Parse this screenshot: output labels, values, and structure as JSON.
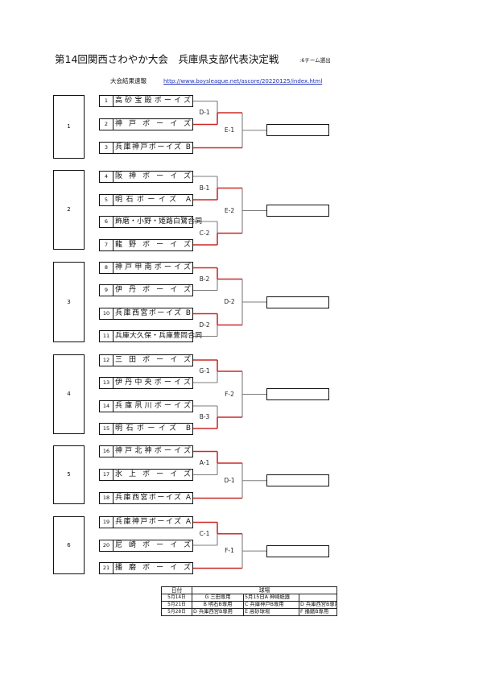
{
  "header": {
    "title": "第14回関西さわやか大会　兵庫県支部代表決定戦",
    "note": ":6チーム選出",
    "results_label": "大会結果速報",
    "results_url": "http://www.boysleague.net/ascore/20220125/index.html"
  },
  "colors": {
    "win_path": "#cc2a2a",
    "pending_path": "#7c7c7c",
    "link": "#2233bb"
  },
  "groups": [
    {
      "label": "1",
      "teams": [
        {
          "no": "1",
          "name": "高砂宝殿ボーイズ"
        },
        {
          "no": "2",
          "name": "神戸ボーイズ"
        },
        {
          "no": "3",
          "name": "兵庫神戸ボーイズ B"
        }
      ],
      "matches": [
        {
          "label": "D-1",
          "top": "team:0",
          "bottom": "team:1",
          "winner": "bottom"
        },
        {
          "label": "E-1",
          "top": "match:0",
          "bottom": "team:2",
          "winner": null
        }
      ],
      "result": ""
    },
    {
      "label": "2",
      "teams": [
        {
          "no": "4",
          "name": "阪神ボーイズ"
        },
        {
          "no": "5",
          "name": "明石ボーイズ A"
        },
        {
          "no": "6",
          "name": "飾磨・小野・姫路白鷺合同"
        },
        {
          "no": "7",
          "name": "龍野ボーイズ"
        }
      ],
      "matches": [
        {
          "label": "B-1",
          "top": "team:0",
          "bottom": "team:1",
          "winner": "bottom"
        },
        {
          "label": "C-2",
          "top": "team:2",
          "bottom": "team:3",
          "winner": "bottom"
        },
        {
          "label": "E-2",
          "top": "match:0",
          "bottom": "match:1",
          "winner": null
        }
      ],
      "result": ""
    },
    {
      "label": "3",
      "teams": [
        {
          "no": "8",
          "name": "神戸甲南ボーイズ"
        },
        {
          "no": "9",
          "name": "伊丹ボーイズ"
        },
        {
          "no": "10",
          "name": "兵庫西宮ボーイズ B"
        },
        {
          "no": "11",
          "name": "兵庫大久保・兵庫豊岡合同"
        }
      ],
      "matches": [
        {
          "label": "B-2",
          "top": "team:0",
          "bottom": "team:1",
          "winner": "top"
        },
        {
          "label": "D-2",
          "top": "team:2",
          "bottom": "team:3",
          "winner": "top"
        },
        {
          "label": "D-2",
          "top": "match:0",
          "bottom": "match:1",
          "winner": null
        }
      ],
      "result": ""
    },
    {
      "label": "4",
      "teams": [
        {
          "no": "12",
          "name": "三田ボーイズ"
        },
        {
          "no": "13",
          "name": "伊丹中央ボーイズ"
        },
        {
          "no": "14",
          "name": "兵庫夙川ボーイズ"
        },
        {
          "no": "15",
          "name": "明石ボーイズ B"
        }
      ],
      "matches": [
        {
          "label": "G-1",
          "top": "team:0",
          "bottom": "team:1",
          "winner": "top"
        },
        {
          "label": "B-3",
          "top": "team:2",
          "bottom": "team:3",
          "winner": "bottom"
        },
        {
          "label": "F-2",
          "top": "match:0",
          "bottom": "match:1",
          "winner": null
        }
      ],
      "result": ""
    },
    {
      "label": "5",
      "teams": [
        {
          "no": "16",
          "name": "神戸北神ボーイズ"
        },
        {
          "no": "17",
          "name": "氷上ボーイズ"
        },
        {
          "no": "18",
          "name": "兵庫西宮ボーイズ A"
        }
      ],
      "matches": [
        {
          "label": "A-1",
          "top": "team:0",
          "bottom": "team:1",
          "winner": "top"
        },
        {
          "label": "D-1",
          "top": "match:0",
          "bottom": "team:2",
          "winner": null
        }
      ],
      "result": ""
    },
    {
      "label": "6",
      "teams": [
        {
          "no": "19",
          "name": "兵庫神戸ボーイズ A"
        },
        {
          "no": "20",
          "name": "尼崎ボーイズ"
        },
        {
          "no": "21",
          "name": "播磨ボーイズ"
        }
      ],
      "matches": [
        {
          "label": "C-1",
          "top": "team:0",
          "bottom": "team:1",
          "winner": "top"
        },
        {
          "label": "F-1",
          "top": "match:0",
          "bottom": "team:2",
          "winner": null
        }
      ],
      "result": ""
    }
  ],
  "schedule": {
    "header": {
      "date": "日付",
      "venue": "球場"
    },
    "rows": [
      {
        "date": "5月14日",
        "cells": [
          "G 三田専用",
          "5月15日A 神崎紙器",
          ""
        ]
      },
      {
        "date": "5月21日",
        "cells": [
          "B 明石B専用",
          "C 兵庫神戸B専用",
          "D 兵庫西宮B専用"
        ]
      },
      {
        "date": "5月28日",
        "cells": [
          "D 兵庫西宮B専用",
          "E 高砂球場",
          "F 播磨B専用"
        ]
      }
    ]
  }
}
